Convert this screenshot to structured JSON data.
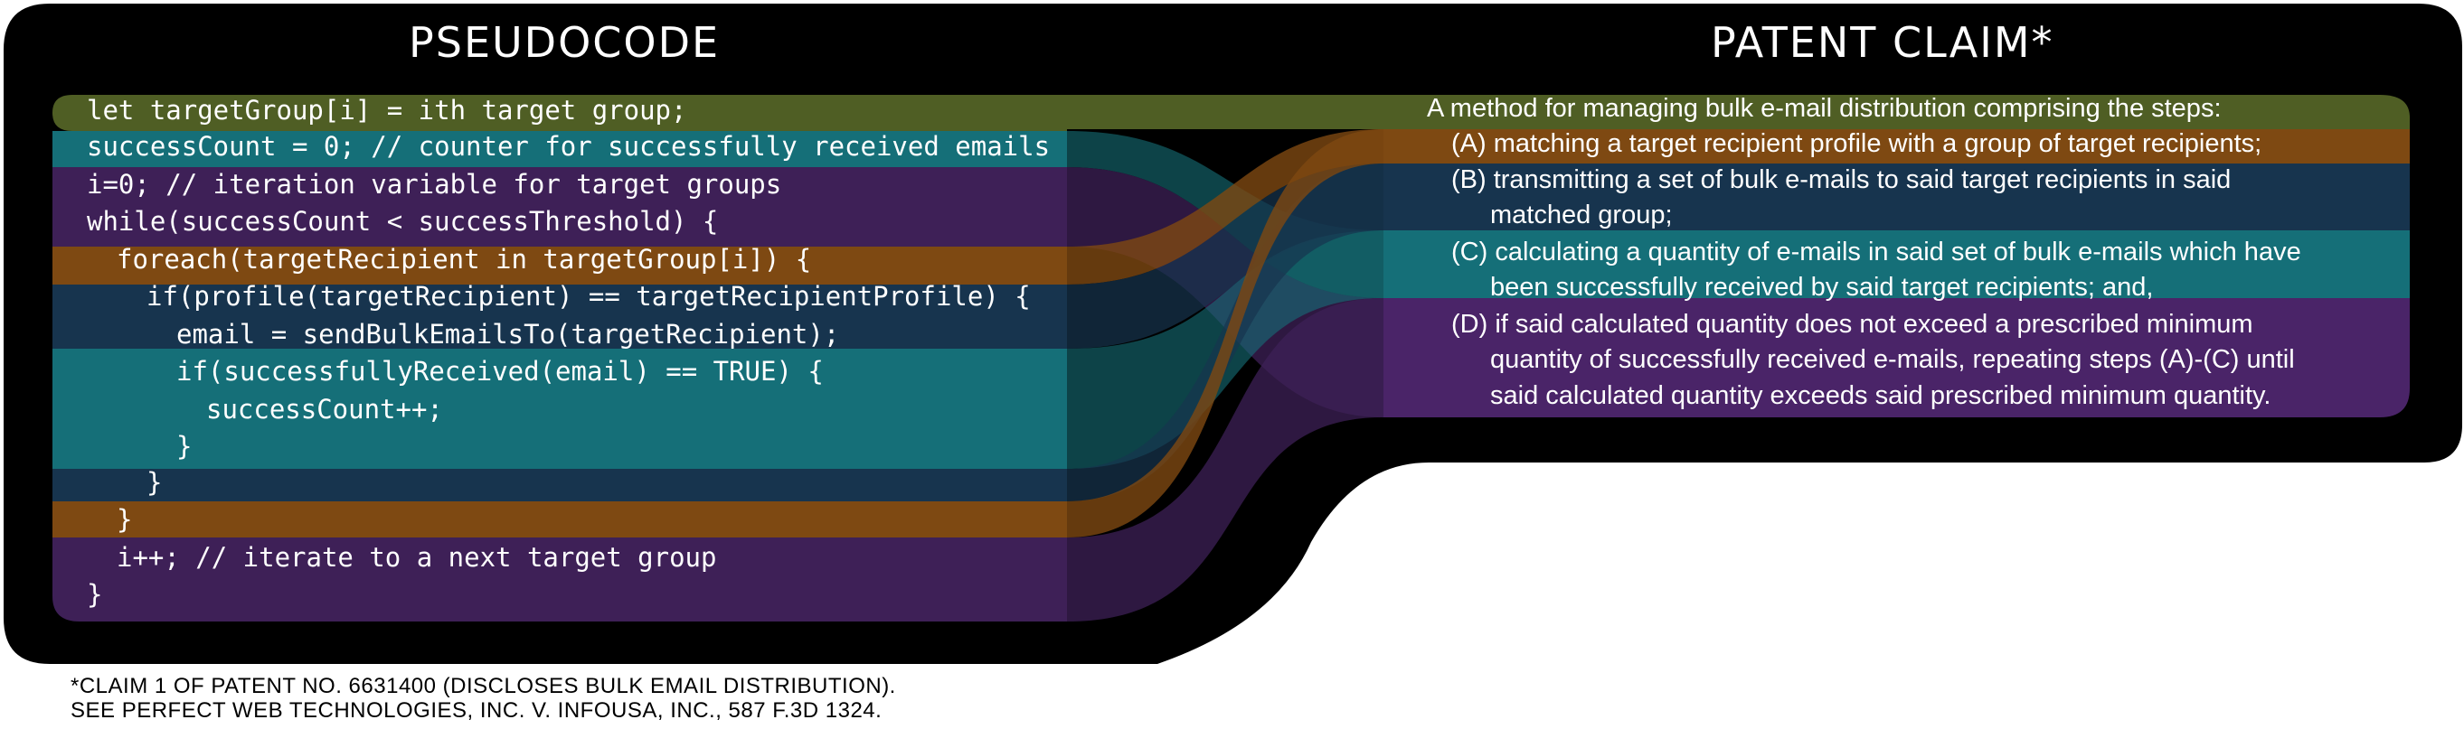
{
  "headers": {
    "left": "PSEUDOCODE",
    "right": "PATENT CLAIM*"
  },
  "colors": {
    "frame": "#000000",
    "olive": "#4f5e24",
    "teal": "#156f78",
    "purple": "#3e2057",
    "purple_bright": "#4a2468",
    "orange": "#7e4912",
    "navy": "#17344e",
    "text": "#ffffff"
  },
  "code_lines": [
    {
      "text": "let targetGroup[i] = ith target group;",
      "indent": 0,
      "band": "olive"
    },
    {
      "text": "successCount = 0; // counter for successfully received emails",
      "indent": 0,
      "band": "teal"
    },
    {
      "text": "i=0; // iteration variable for target groups",
      "indent": 0,
      "band": "purple"
    },
    {
      "text": "while(successCount < successThreshold) {",
      "indent": 0,
      "band": "purple"
    },
    {
      "text": "foreach(targetRecipient in targetGroup[i]) {",
      "indent": 1,
      "band": "orange"
    },
    {
      "text": "if(profile(targetRecipient) == targetRecipientProfile) {",
      "indent": 2,
      "band": "navy"
    },
    {
      "text": "email = sendBulkEmailsTo(targetRecipient);",
      "indent": 3,
      "band": "navy"
    },
    {
      "text": "if(successfullyReceived(email) == TRUE) {",
      "indent": 3,
      "band": "teal"
    },
    {
      "text": "successCount++;",
      "indent": 4,
      "band": "teal"
    },
    {
      "text": "}",
      "indent": 3,
      "band": "teal"
    },
    {
      "text": "}",
      "indent": 2,
      "band": "navy"
    },
    {
      "text": "}",
      "indent": 1,
      "band": "orange"
    },
    {
      "text": "i++; // iterate to a next target group",
      "indent": 1,
      "band": "purple"
    },
    {
      "text": "}",
      "indent": 0,
      "band": "purple"
    }
  ],
  "claim_lines": [
    {
      "text": "A method for managing bulk e-mail distribution comprising the steps:",
      "indent": 0
    },
    {
      "text": "(A) matching a target recipient profile with a group of target recipients;",
      "indent": 1
    },
    {
      "text": "(B) transmitting a set of bulk e-mails to said target recipients in said",
      "indent": 1
    },
    {
      "text": "matched group;",
      "indent": 2
    },
    {
      "text": "(C) calculating a quantity of e-mails in said set of bulk e-mails which have",
      "indent": 1
    },
    {
      "text": "been successfully received by said target recipients; and,",
      "indent": 2
    },
    {
      "text": "(D) if said calculated quantity does not exceed a prescribed minimum",
      "indent": 1
    },
    {
      "text": "quantity of successfully received e-mails, repeating steps (A)-(C) until",
      "indent": 2
    },
    {
      "text": "said calculated quantity exceeds said prescribed minimum quantity.",
      "indent": 2
    }
  ],
  "footnote": [
    "*CLAIM 1 OF PATENT NO. 6631400 (DISCLOSES BULK EMAIL DISTRIBUTION).",
    "SEE PERFECT WEB TECHNOLOGIES, INC. V. INFOUSA, INC., 587 F.3D 1324."
  ]
}
